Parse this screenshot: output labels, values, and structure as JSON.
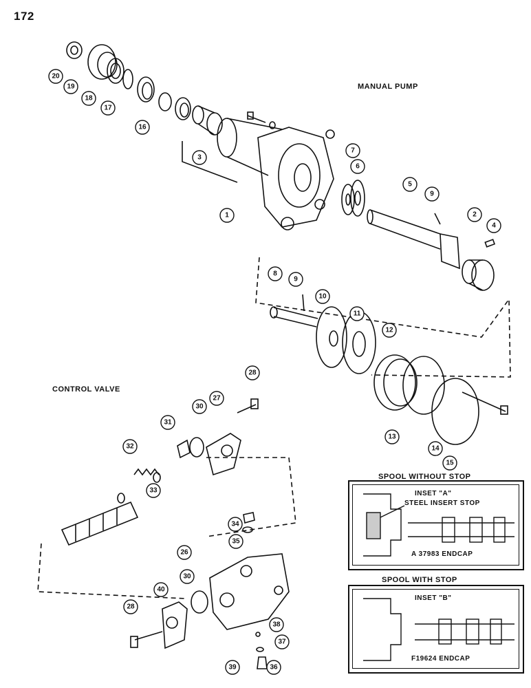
{
  "page_number": "172",
  "sections": {
    "manual_pump": "MANUAL PUMP",
    "control_valve": "CONTROL VALVE"
  },
  "insets": {
    "a": {
      "heading": "SPOOL WITHOUT STOP",
      "title": "INSET \"A\"",
      "callout_top": "STEEL INSERT STOP",
      "callout_bottom": "A 37983 ENDCAP"
    },
    "b": {
      "heading": "SPOOL WITH STOP",
      "title": "INSET \"B\"",
      "callout_bottom": "F19624 ENDCAP"
    }
  },
  "callouts": [
    "1",
    "2",
    "3",
    "4",
    "5",
    "6",
    "7",
    "8",
    "9",
    "9",
    "10",
    "11",
    "12",
    "13",
    "14",
    "15",
    "16",
    "17",
    "18",
    "19",
    "20",
    "26",
    "27",
    "28",
    "28",
    "30",
    "30",
    "31",
    "32",
    "33",
    "34",
    "35",
    "36",
    "37",
    "38",
    "39",
    "40"
  ]
}
